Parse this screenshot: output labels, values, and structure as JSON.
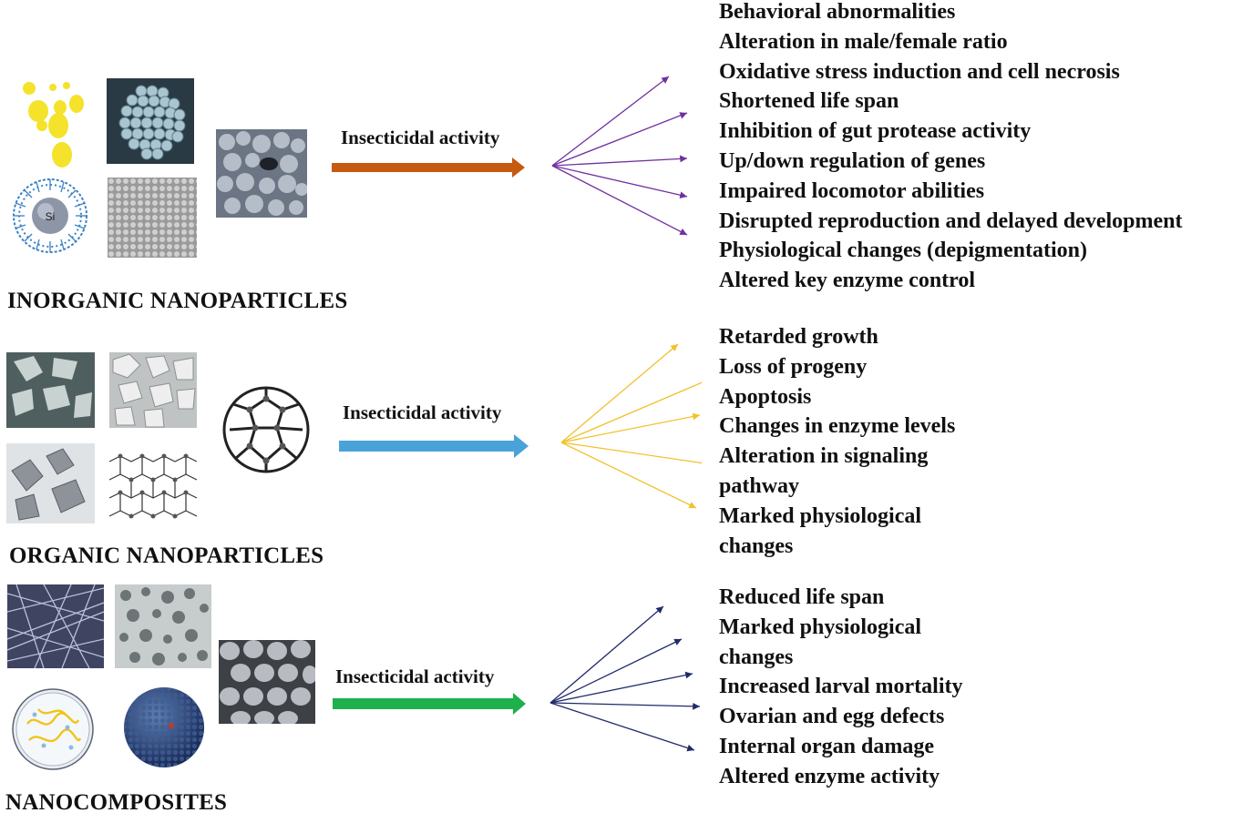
{
  "sections": [
    {
      "title": "INORGANIC NANOPARTICLES",
      "activity_label": "Insecticidal activity",
      "arrow_color": "#c55a11",
      "fan_color": "#7030a0",
      "effects": [
        "Behavioral abnormalities",
        "Alteration in male/female ratio",
        "Oxidative stress induction and cell necrosis",
        "Shortened life span",
        "Inhibition of gut protease activity",
        "Up/down regulation of genes",
        "Impaired locomotor abilities",
        "Disrupted reproduction and delayed development",
        "Physiological changes (depigmentation)",
        "Altered key enzyme control"
      ]
    },
    {
      "title": "ORGANIC NANOPARTICLES",
      "activity_label": "Insecticidal activity",
      "arrow_color": "#4aa3d8",
      "fan_color": "#f2c12e",
      "effects": [
        "Retarded growth",
        "Loss of progeny",
        "Apoptosis",
        "Changes in enzyme  levels",
        "Alteration in signaling",
        "pathway",
        "Marked physiological",
        "changes"
      ]
    },
    {
      "title": "NANOCOMPOSITES",
      "activity_label": "Insecticidal activity",
      "arrow_color": "#1db04b",
      "fan_color": "#1f2a6b",
      "effects": [
        "Reduced life span",
        "Marked physiological",
        "changes",
        "Increased larval mortality",
        "Ovarian and egg defects",
        "Internal organ damage",
        "Altered enzyme  activity"
      ]
    }
  ],
  "images": {
    "silica_particle_label": "Si"
  }
}
